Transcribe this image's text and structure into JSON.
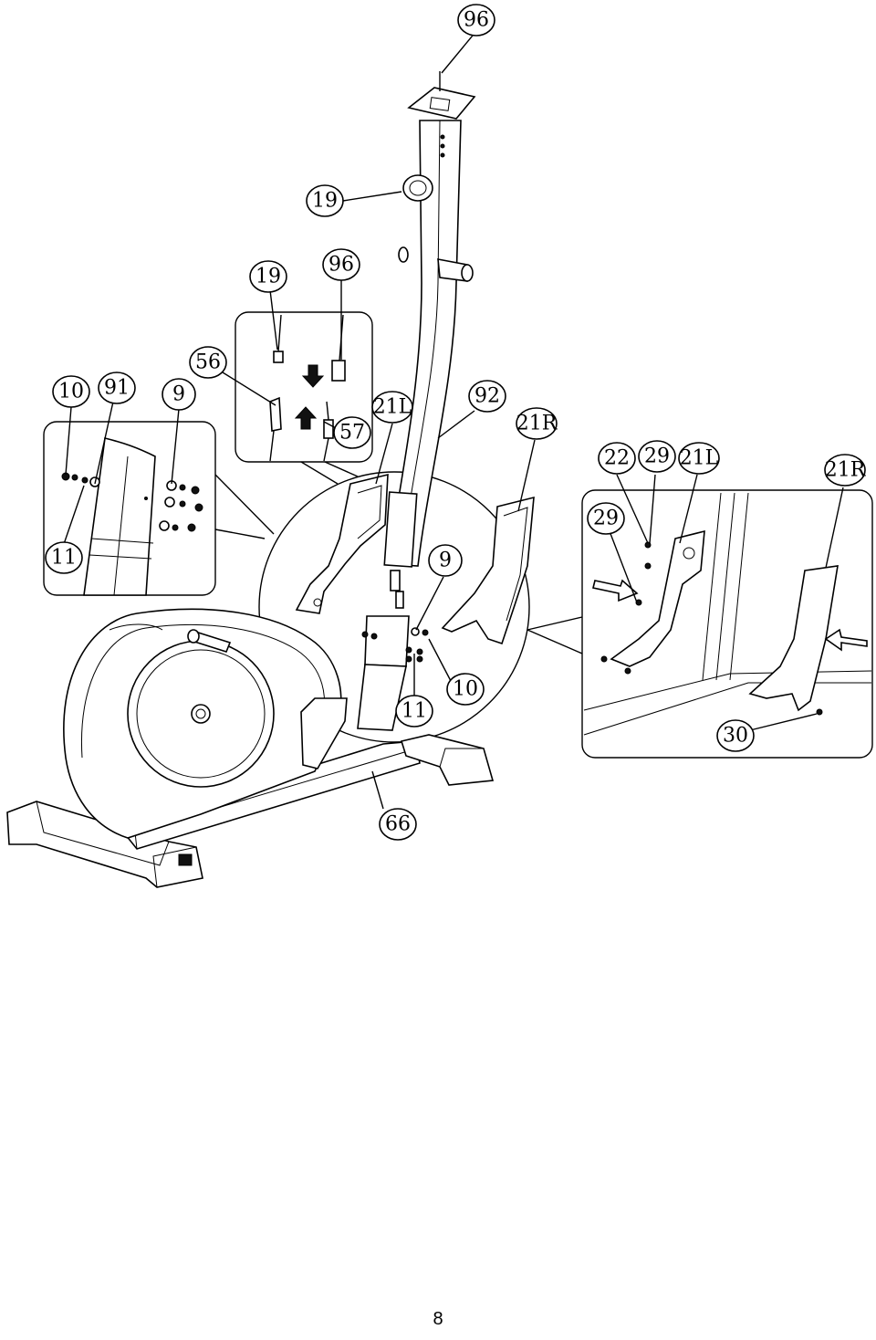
{
  "labels": {
    "l96_top": "96",
    "l19_top": "19",
    "l19_inset": "19",
    "l96_inset": "96",
    "l56": "56",
    "l57": "57",
    "l10_left": "10",
    "l91": "91",
    "l9_left": "9",
    "l11_left": "11",
    "l21L_center": "21L",
    "l92": "92",
    "l21R_center": "21R",
    "l9_center": "9",
    "l10_center": "10",
    "l11_center": "11",
    "l66": "66",
    "l22": "22",
    "l29_top": "29",
    "l21L_right": "21L",
    "l21R_right": "21R",
    "l29_left": "29",
    "l30": "30"
  },
  "page_number": "8"
}
